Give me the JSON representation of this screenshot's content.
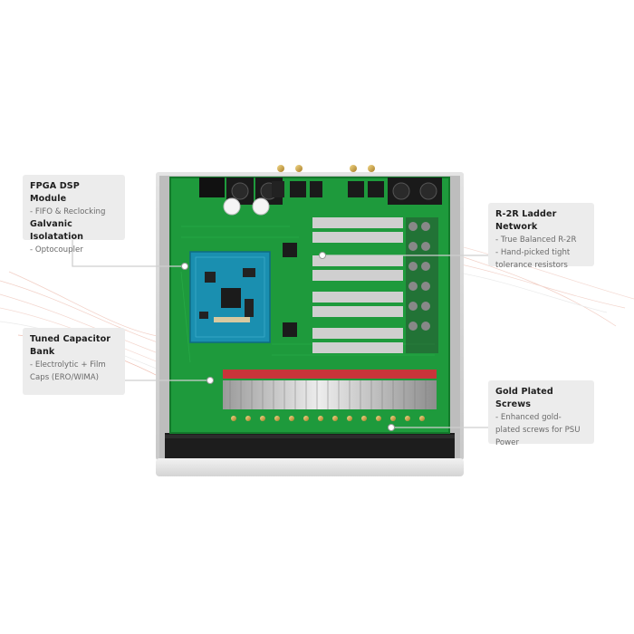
{
  "callouts": {
    "fpga": {
      "title": "FPGA DSP Module",
      "line1": "- FIFO & Reclocking",
      "title2": "Galvanic Isolatation",
      "line2": "- Optocoupler"
    },
    "capacitor": {
      "title_a": "Tuned Capacitor",
      "title_b": "Bank",
      "line1": "- Electrolytic + Film",
      "line2": "Caps (ERO/WIMA)"
    },
    "r2r": {
      "title": "R-2R Ladder Network",
      "line1": "- True Balanced R-2R",
      "line2": "- Hand-picked tight",
      "line3": "tolerance resistors"
    },
    "screws": {
      "title": "Gold Plated Screws",
      "line1": "- Enhanced gold-",
      "line2": "plated screws for PSU",
      "line3": "Power"
    }
  },
  "colors": {
    "pcb": "#1e9a3c",
    "chassis": "#d9d9d9",
    "callout_bg": "#ececec",
    "leader": "#cfcfcf",
    "swirl": "#e0876f"
  }
}
